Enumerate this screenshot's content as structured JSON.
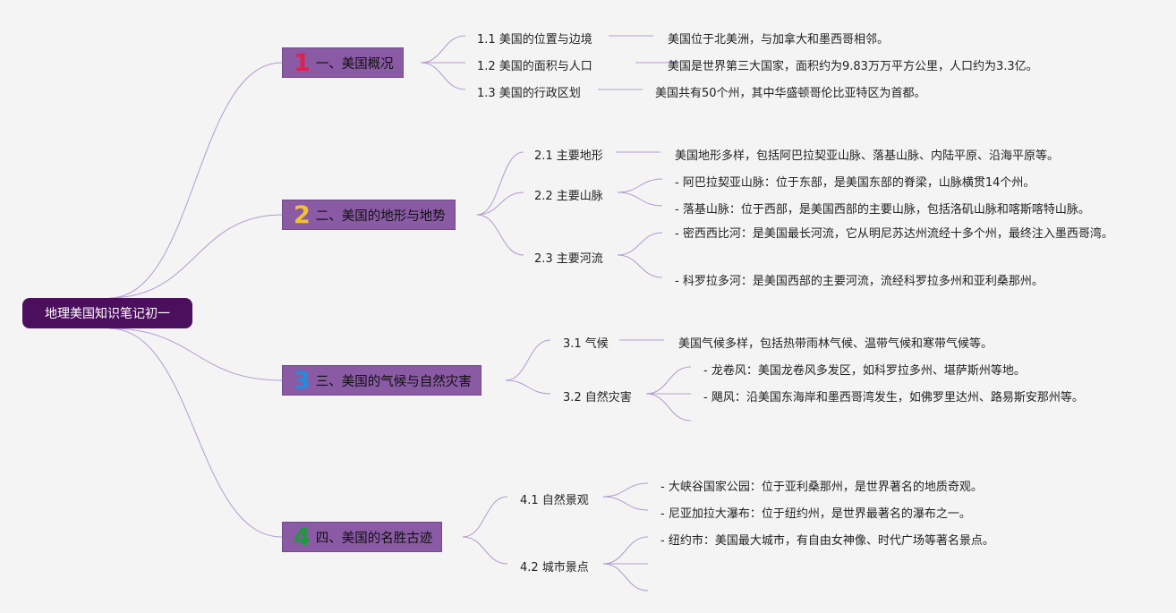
{
  "root": {
    "label": "地理美国知识笔记初一"
  },
  "sections": [
    {
      "num": "1",
      "num_color": "#e0204f",
      "label": "一、美国概况",
      "subs": [
        {
          "label": "1.1 美国的位置与边境",
          "leaves": [
            "美国位于北美洲，与加拿大和墨西哥相邻。"
          ]
        },
        {
          "label": "1.2 美国的面积与人口",
          "leaves": [
            "美国是世界第三大国家，面积约为9.83万万平方公里，人口约为3.3亿。"
          ]
        },
        {
          "label": "1.3 美国的行政区划",
          "leaves": [
            "美国共有50个州，其中华盛顿哥伦比亚特区为首都。"
          ]
        }
      ]
    },
    {
      "num": "2",
      "num_color": "#f2c230",
      "label": "二、美国的地形与地势",
      "subs": [
        {
          "label": "2.1 主要地形",
          "leaves": [
            "美国地形多样，包括阿巴拉契亚山脉、落基山脉、内陆平原、沿海平原等。"
          ]
        },
        {
          "label": "2.2 主要山脉",
          "leaves": [
            "- 阿巴拉契亚山脉：位于东部，是美国东部的脊梁，山脉横贯14个州。",
            "- 落基山脉：位于西部，是美国西部的主要山脉，包括洛矶山脉和喀斯喀特山脉。"
          ]
        },
        {
          "label": "2.3 主要河流",
          "leaves": [
            "- 密西西比河：是美国最长河流，它从明尼苏达州流经十多个州，最终注入墨西哥湾。",
            "- 科罗拉多河：是美国西部的主要河流，流经科罗拉多州和亚利桑那州。"
          ]
        }
      ]
    },
    {
      "num": "3",
      "num_color": "#1e8fe0",
      "label": "三、美国的气候与自然灾害",
      "subs": [
        {
          "label": "3.1 气候",
          "leaves": [
            "美国气候多样，包括热带雨林气候、温带气候和寒带气候等。"
          ]
        },
        {
          "label": "3.2 自然灾害",
          "leaves": [
            "- 龙卷风：美国龙卷风多发区，如科罗拉多州、堪萨斯州等地。",
            "- 飓风：沿美国东海岸和墨西哥湾发生，如佛罗里达州、路易斯安那州等。",
            ""
          ]
        }
      ]
    },
    {
      "num": "4",
      "num_color": "#1d9a3a",
      "label": "四、美国的名胜古迹",
      "subs": [
        {
          "label": "4.1 自然景观",
          "leaves": [
            "- 大峡谷国家公园：位于亚利桑那州，是世界著名的地质奇观。",
            "- 尼亚加拉大瀑布：位于纽约州，是世界最著名的瀑布之一。"
          ]
        },
        {
          "label": "4.2 城市景点",
          "leaves": [
            "- 纽约市：美国最大城市，有自由女神像、时代广场等著名景点。",
            "",
            ""
          ]
        }
      ]
    }
  ],
  "colors": {
    "line": "#b39bd0",
    "root_bg": "#4b0f5e",
    "section_bg": "#8a5aa5"
  }
}
